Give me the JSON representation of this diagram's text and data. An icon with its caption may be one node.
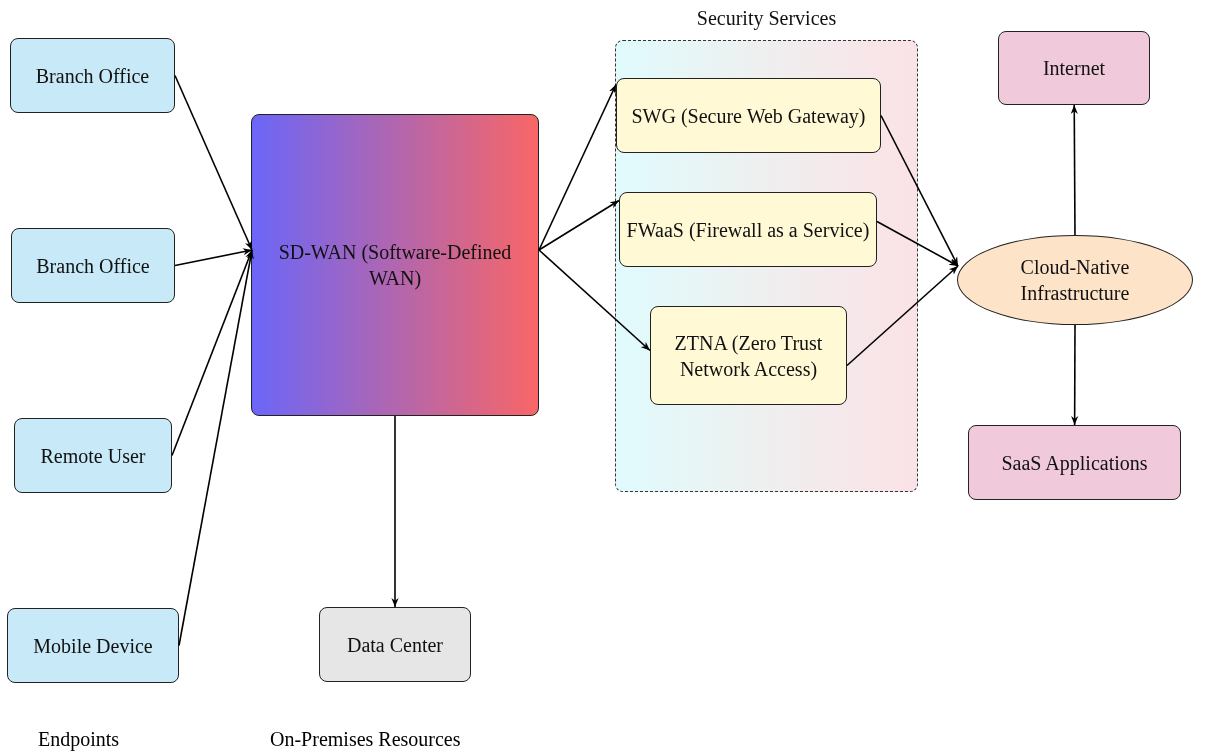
{
  "diagram": {
    "nodes": [
      {
        "text": [
          "Branch Office"
        ]
      },
      {
        "text": [
          "Branch Office"
        ]
      },
      {
        "text": [
          "Remote User"
        ]
      },
      {
        "text": [
          "Mobile Device"
        ]
      },
      {
        "text": [
          "SD-WAN (Software-Defined WAN)"
        ]
      },
      {
        "text": [
          "Data Center"
        ]
      },
      {
        "text": [
          "Security Services"
        ]
      },
      {
        "text": [
          "SWG (Secure Web Gateway)"
        ],
        "in": 6
      },
      {
        "text": [
          "FWaaS (Firewall as a Service)"
        ],
        "in": 6
      },
      {
        "text": [
          "ZTNA (Zero Trust Network Access)"
        ],
        "in": 6
      },
      {
        "text": [
          "Cloud-Native Infrastructure"
        ]
      },
      {
        "text": [
          "Internet"
        ]
      },
      {
        "text": [
          "SaaS Applications"
        ]
      }
    ],
    "edges": [
      {
        "from": 0,
        "to": 4,
        "arrow": "to"
      },
      {
        "from": 1,
        "to": 4,
        "arrow": "to"
      },
      {
        "from": 2,
        "to": 4,
        "arrow": "to"
      },
      {
        "from": 3,
        "to": 4,
        "arrow": "to"
      },
      {
        "from": 4,
        "to": 5,
        "arrow": "to"
      },
      {
        "from": 4,
        "to": 7,
        "arrow": "to"
      },
      {
        "from": 4,
        "to": 8,
        "arrow": "to"
      },
      {
        "from": 4,
        "to": 9,
        "arrow": "to"
      },
      {
        "from": 7,
        "to": 10,
        "arrow": "to"
      },
      {
        "from": 8,
        "to": 10,
        "arrow": "to"
      },
      {
        "from": 9,
        "to": 10,
        "arrow": "to"
      },
      {
        "from": 10,
        "to": 11,
        "arrow": "to"
      },
      {
        "from": 10,
        "to": 12,
        "arrow": "to"
      }
    ],
    "labels": [
      "Endpoints",
      "On-Premises Resources"
    ]
  }
}
